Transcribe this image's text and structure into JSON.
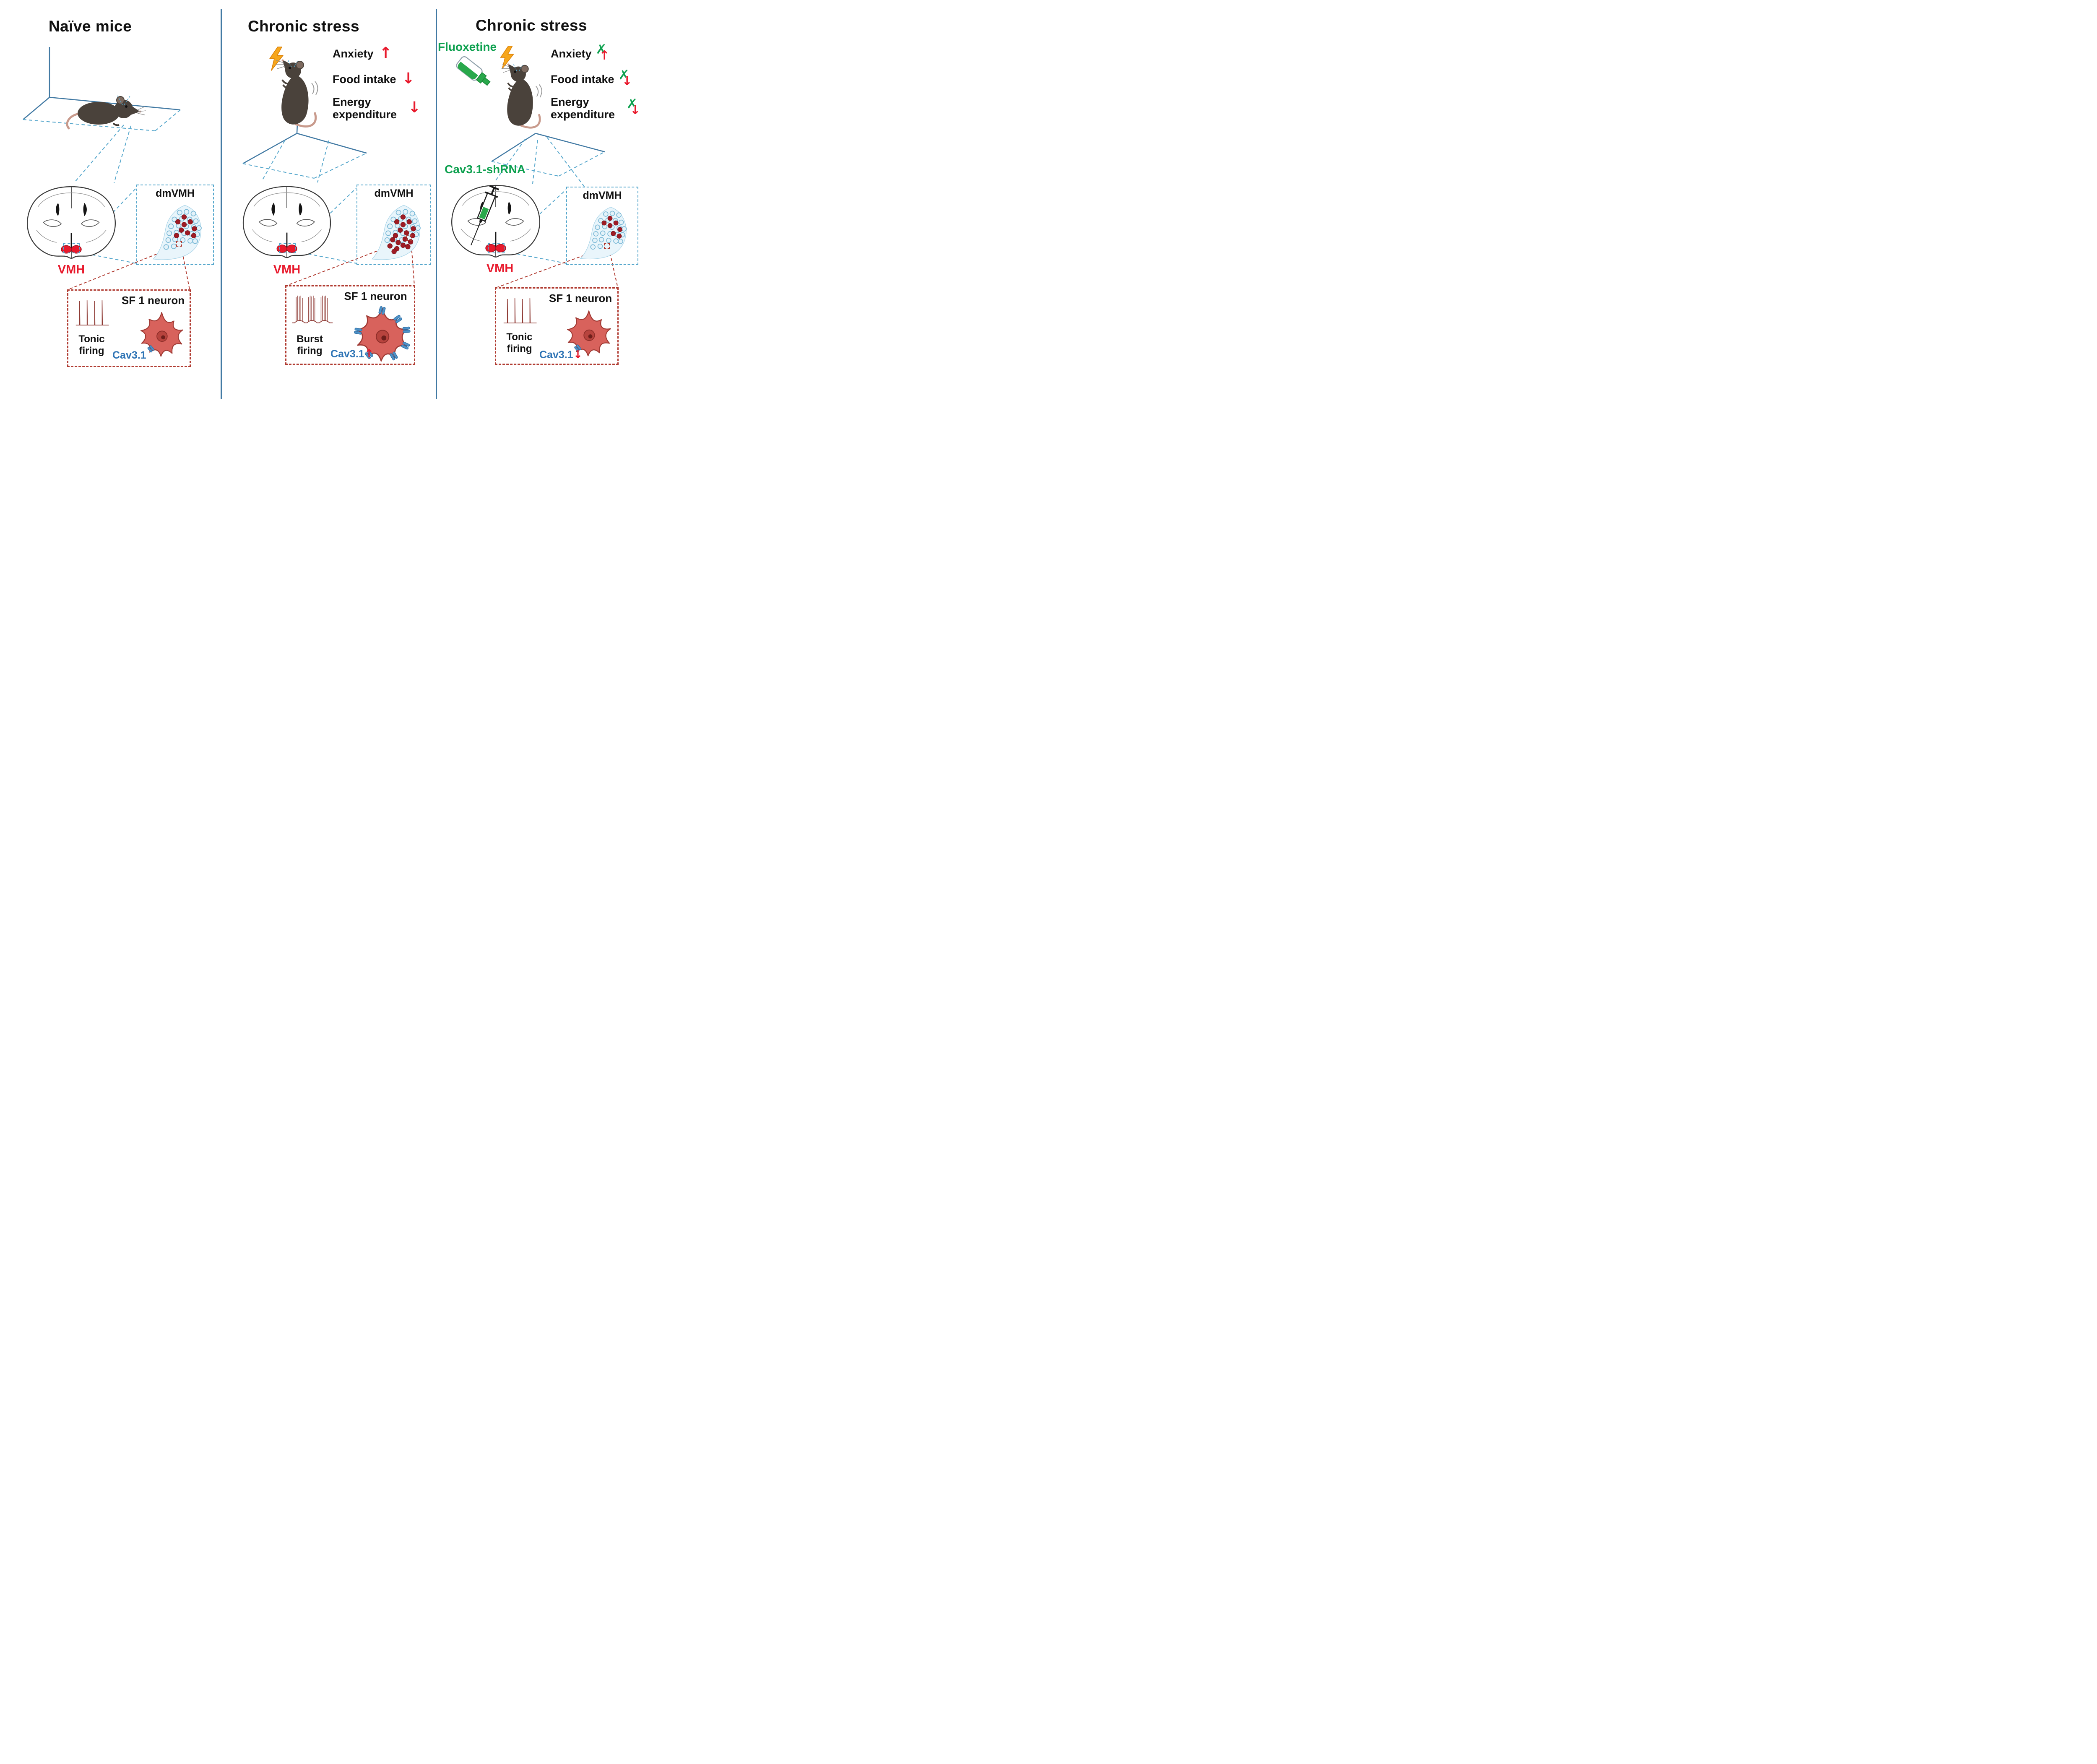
{
  "panels": [
    {
      "title": "Naïve mice",
      "vmh_label": "VMH",
      "dmvmh": {
        "label": "dmVMH",
        "cav31_cells": 9,
        "other_cells": 24
      },
      "inset": {
        "title": "SF 1 neuron",
        "firing_label": "Tonic firing",
        "pattern": "tonic",
        "channel_label": "Cav3.1",
        "channel_change": "none",
        "channel_count": 1
      },
      "outcomes": []
    },
    {
      "title": "Chronic stress",
      "stressor_icon": "lightning-bolt",
      "vmh_label": "VMH",
      "dmvmh": {
        "label": "dmVMH",
        "cav31_cells": 18,
        "other_cells": 20
      },
      "inset": {
        "title": "SF 1 neuron",
        "firing_label": "Burst firing",
        "pattern": "burst",
        "channel_label": "Cav3.1",
        "channel_change": "up",
        "channel_count": 7
      },
      "outcomes": [
        {
          "label": "Anxiety",
          "direction": "up",
          "blocked": false
        },
        {
          "label": "Food intake",
          "direction": "down",
          "blocked": false
        },
        {
          "label": "Energy expenditure",
          "direction": "down",
          "blocked": false
        }
      ]
    },
    {
      "title": "Chronic stress",
      "treatment_label": "Fluoxetine",
      "injection_label": "Cav3.1-shRNA",
      "stressor_icon": "lightning-bolt",
      "vmh_label": "VMH",
      "dmvmh": {
        "label": "dmVMH",
        "cav31_cells": 7,
        "other_cells": 24
      },
      "inset": {
        "title": "SF 1 neuron",
        "firing_label": "Tonic firing",
        "pattern": "tonic",
        "channel_label": "Cav3.1",
        "channel_change": "down",
        "channel_count": 1
      },
      "outcomes": [
        {
          "label": "Anxiety",
          "direction": "up",
          "blocked": true
        },
        {
          "label": "Food intake",
          "direction": "down",
          "blocked": true
        },
        {
          "label": "Energy expenditure",
          "direction": "down",
          "blocked": true
        }
      ]
    }
  ],
  "colors": {
    "divider_blue": "#4179a3",
    "dashed_blue": "#56a7cc",
    "red": "#e8192c",
    "dark_red": "#b03a30",
    "green": "#0ca04e",
    "channel_blue": "#4f93c8",
    "lightning_orange": "#f6a61c"
  }
}
